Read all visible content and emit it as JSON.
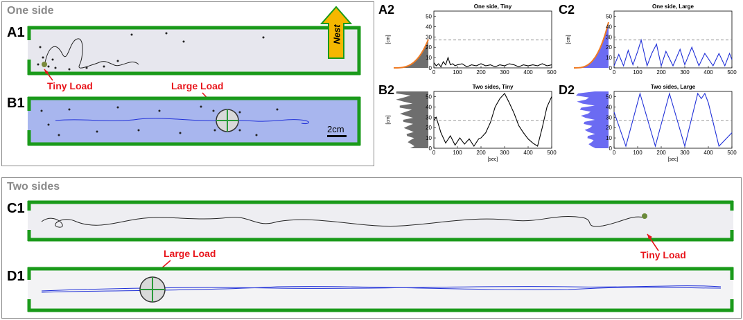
{
  "one_side": {
    "title": "One side",
    "a1_label": "A1",
    "b1_label": "B1",
    "tiny_load": "Tiny Load",
    "large_load": "Large Load",
    "nest": "Nest",
    "scale": "2cm"
  },
  "two_sides": {
    "title": "Two sides",
    "c1_label": "C1",
    "d1_label": "D1",
    "tiny_load": "Tiny Load",
    "large_load": "Large Load"
  },
  "colors": {
    "wall": "#1a9a1a",
    "tiny_path": "#111111",
    "large_path": "#1f2fd8",
    "label_red": "#e8151b",
    "hist_tiny": "#6e6e6e",
    "hist_large": "#6b6bf2",
    "hist_orange": "#f07a22",
    "nest_arrow": "#f5b700"
  },
  "chart_data": [
    {
      "label": "A2",
      "type": "line",
      "title": "One side, Tiny",
      "ylabel": "[cm]",
      "xlabel": "",
      "xlim": [
        0,
        500
      ],
      "ylim": [
        0,
        55
      ],
      "xticks": [
        0,
        100,
        200,
        300,
        400,
        500
      ],
      "yticks": [
        0,
        10,
        20,
        30,
        40,
        50
      ],
      "dashed_y": 27,
      "line_color": "#000000",
      "grid": false,
      "x": [
        0,
        10,
        20,
        30,
        40,
        50,
        60,
        70,
        80,
        90,
        100,
        120,
        140,
        160,
        180,
        200,
        220,
        240,
        260,
        280,
        300,
        320,
        340,
        360,
        380,
        400,
        420,
        440,
        460,
        480,
        500
      ],
      "y": [
        5,
        2,
        4,
        1,
        6,
        3,
        10,
        3,
        4,
        2,
        3,
        4,
        1,
        3,
        2,
        4,
        2,
        3,
        1,
        3,
        2,
        4,
        3,
        1,
        3,
        2,
        3,
        2,
        4,
        2,
        3
      ]
    },
    {
      "label": "C2",
      "type": "line",
      "title": "One side, Large",
      "ylabel": "[cm]",
      "xlabel": "",
      "xlim": [
        0,
        500
      ],
      "ylim": [
        0,
        55
      ],
      "xticks": [
        0,
        100,
        200,
        300,
        400,
        500
      ],
      "yticks": [
        0,
        10,
        20,
        30,
        40,
        50
      ],
      "dashed_y": 27,
      "line_color": "#1f2fd8",
      "grid": false,
      "x": [
        0,
        20,
        40,
        60,
        80,
        100,
        115,
        140,
        160,
        180,
        200,
        220,
        250,
        280,
        300,
        330,
        360,
        385,
        420,
        445,
        470,
        490,
        500
      ],
      "y": [
        2,
        13,
        2,
        17,
        3,
        16,
        27,
        2,
        14,
        23,
        2,
        16,
        2,
        18,
        3,
        20,
        2,
        14,
        2,
        14,
        2,
        14,
        8
      ]
    },
    {
      "label": "B2",
      "type": "line",
      "title": "Two sides, Tiny",
      "ylabel": "[cm]",
      "xlabel": "[sec]",
      "xlim": [
        0,
        500
      ],
      "ylim": [
        0,
        55
      ],
      "xticks": [
        0,
        100,
        200,
        300,
        400,
        500
      ],
      "yticks": [
        0,
        10,
        20,
        30,
        40,
        50
      ],
      "dashed_y": 27,
      "line_color": "#000000",
      "grid": false,
      "x": [
        0,
        10,
        30,
        50,
        70,
        90,
        110,
        130,
        150,
        170,
        190,
        200,
        220,
        240,
        260,
        280,
        300,
        320,
        340,
        360,
        380,
        400,
        420,
        440,
        460,
        480,
        500
      ],
      "y": [
        27,
        30,
        15,
        5,
        12,
        3,
        10,
        4,
        9,
        2,
        9,
        10,
        15,
        25,
        40,
        48,
        53,
        44,
        34,
        22,
        15,
        9,
        5,
        2,
        20,
        40,
        50
      ]
    },
    {
      "label": "D2",
      "type": "line",
      "title": "Two sides, Large",
      "ylabel": "",
      "xlabel": "[sec]",
      "xlim": [
        0,
        500
      ],
      "ylim": [
        0,
        55
      ],
      "xticks": [
        0,
        100,
        200,
        300,
        400,
        500
      ],
      "yticks": [
        0,
        10,
        20,
        30,
        40,
        50
      ],
      "dashed_y": 27,
      "line_color": "#1f2fd8",
      "grid": false,
      "x": [
        0,
        50,
        110,
        175,
        235,
        300,
        355,
        370,
        385,
        400,
        445,
        500
      ],
      "y": [
        35,
        2,
        53,
        2,
        53,
        2,
        53,
        48,
        53,
        44,
        2,
        15
      ]
    }
  ]
}
